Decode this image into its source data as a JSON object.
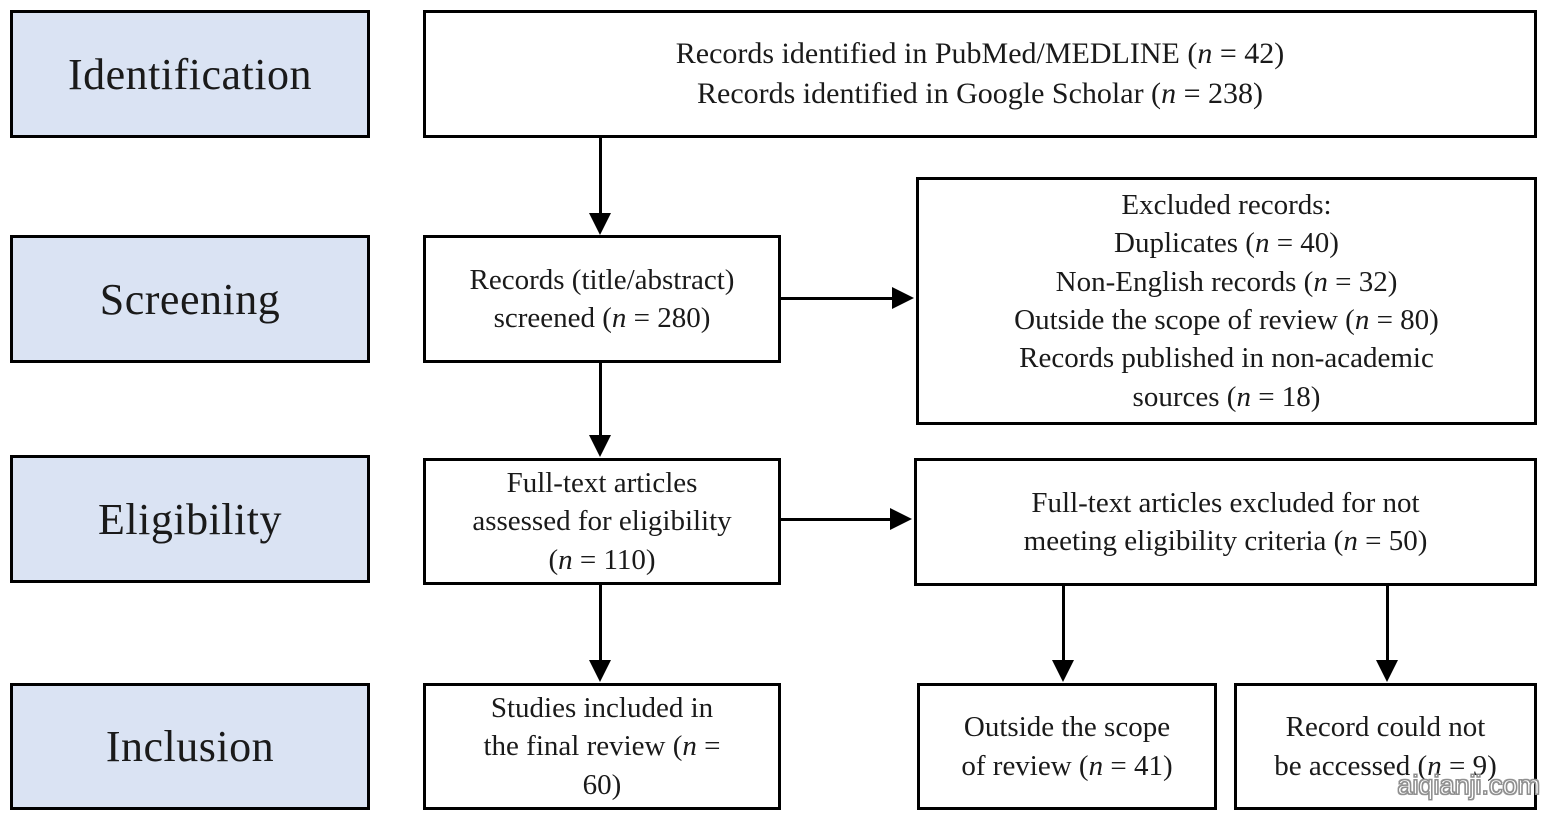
{
  "diagram": {
    "stages": [
      {
        "label": "Identification"
      },
      {
        "label": "Screening"
      },
      {
        "label": "Eligibility"
      },
      {
        "label": "Inclusion"
      }
    ],
    "boxes": {
      "records_identified": {
        "lines": [
          "Records identified in PubMed/MEDLINE (n = 42)",
          "Records identified in Google Scholar (n = 238)"
        ],
        "counts": {
          "pubmed_medline": 42,
          "google_scholar": 238
        }
      },
      "records_screened": {
        "lines": [
          "Records (title/abstract)",
          "screened (n = 280)"
        ],
        "counts": {
          "screened": 280
        }
      },
      "excluded_records": {
        "lines": [
          "Excluded records:",
          "Duplicates (n = 40)",
          "Non-English records (n = 32)",
          "Outside the scope of review (n = 80)",
          "Records published in non-academic",
          "sources (n = 18)"
        ],
        "counts": {
          "duplicates": 40,
          "non_english": 32,
          "outside_scope": 80,
          "non_academic_sources": 18
        }
      },
      "fulltext_assessed": {
        "lines": [
          "Full-text articles",
          "assessed for eligibility",
          "(n = 110)"
        ],
        "counts": {
          "assessed": 110
        }
      },
      "fulltext_excluded": {
        "lines": [
          "Full-text articles excluded for not",
          "meeting eligibility criteria (n = 50)"
        ],
        "counts": {
          "excluded": 50
        }
      },
      "studies_included": {
        "lines": [
          "Studies included in",
          "the final review (n =",
          "60)"
        ],
        "counts": {
          "included": 60
        }
      },
      "outside_scope": {
        "lines": [
          "Outside the scope",
          "of review (n = 41)"
        ],
        "counts": {
          "outside_scope": 41
        }
      },
      "not_accessed": {
        "lines": [
          "Record could not",
          "be accessed (n = 9)"
        ],
        "counts": {
          "not_accessed": 9
        }
      }
    },
    "colors": {
      "stage_fill": "#dae3f3",
      "box_border": "#000000",
      "text": "#1a1a1a",
      "background": "#ffffff"
    },
    "watermark": "aiqianji.com"
  }
}
